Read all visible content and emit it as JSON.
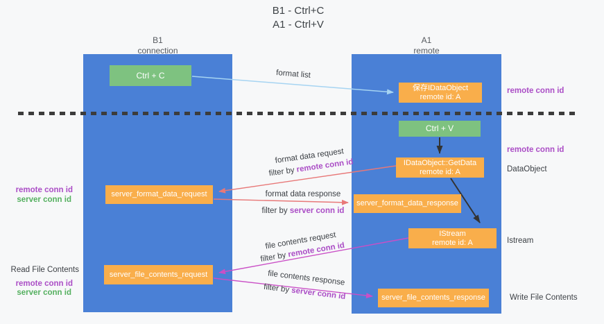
{
  "title": {
    "line1": "B1 - Ctrl+C",
    "line2": "A1 - Ctrl+V"
  },
  "lanes": {
    "left": {
      "name": "B1",
      "role": "connection"
    },
    "right": {
      "name": "A1",
      "role": "remote"
    }
  },
  "nodes": {
    "ctrl_c": "Ctrl + C",
    "ctrl_v": "Ctrl + V",
    "save_dataobject": {
      "line1": "保存IDataObject",
      "line2": "remote id: A"
    },
    "getdata": {
      "line1": "IDataObject::GetData",
      "line2": "remote id: A"
    },
    "istream": {
      "line1": "IStream",
      "line2": "remote id: A"
    },
    "server_format_data_request": "server_format_data_request",
    "server_format_data_response": "server_format_data_response",
    "server_file_contents_request": "server_file_contents_request",
    "server_file_contents_response": "server_file_contents_response"
  },
  "edges": {
    "format_list": "format list",
    "format_request": {
      "line1": "format data request",
      "filter_prefix": "filter by ",
      "filter_key": "remote conn id"
    },
    "format_response": {
      "line1": "format data response",
      "filter_prefix": "filter by ",
      "filter_key": "server conn id"
    },
    "file_request": {
      "line1": "file contents request",
      "filter_prefix": "filter by ",
      "filter_key": "remote conn id"
    },
    "file_response": {
      "line1": "file contents response",
      "filter_prefix": "filter by ",
      "filter_key": "server conn id"
    }
  },
  "side": {
    "right_remote_conn_id_top": "remote conn id",
    "right_remote_conn_id_mid": "remote conn id",
    "right_dataobject": "DataObject",
    "right_istream": "Istream",
    "right_write_file": "Write File Contents",
    "left_remote_conn_id_top": "remote conn id",
    "left_server_conn_id_top": "server conn id",
    "left_read_file": "Read File Contents",
    "left_remote_conn_id_bottom": "remote conn id",
    "left_server_conn_id_bottom": "server conn id"
  },
  "colors": {
    "lane_blue": "#4a80d6",
    "node_orange": "#f9ae4b",
    "node_green": "#7ec280",
    "accent_purple": "#ab4ec6",
    "accent_green": "#55b060",
    "arrow_red": "#e87878",
    "arrow_magenta": "#ca4fc6",
    "arrow_lightblue": "#a6d4f2",
    "arrow_black": "#333333",
    "background": "#f7f8f9"
  }
}
